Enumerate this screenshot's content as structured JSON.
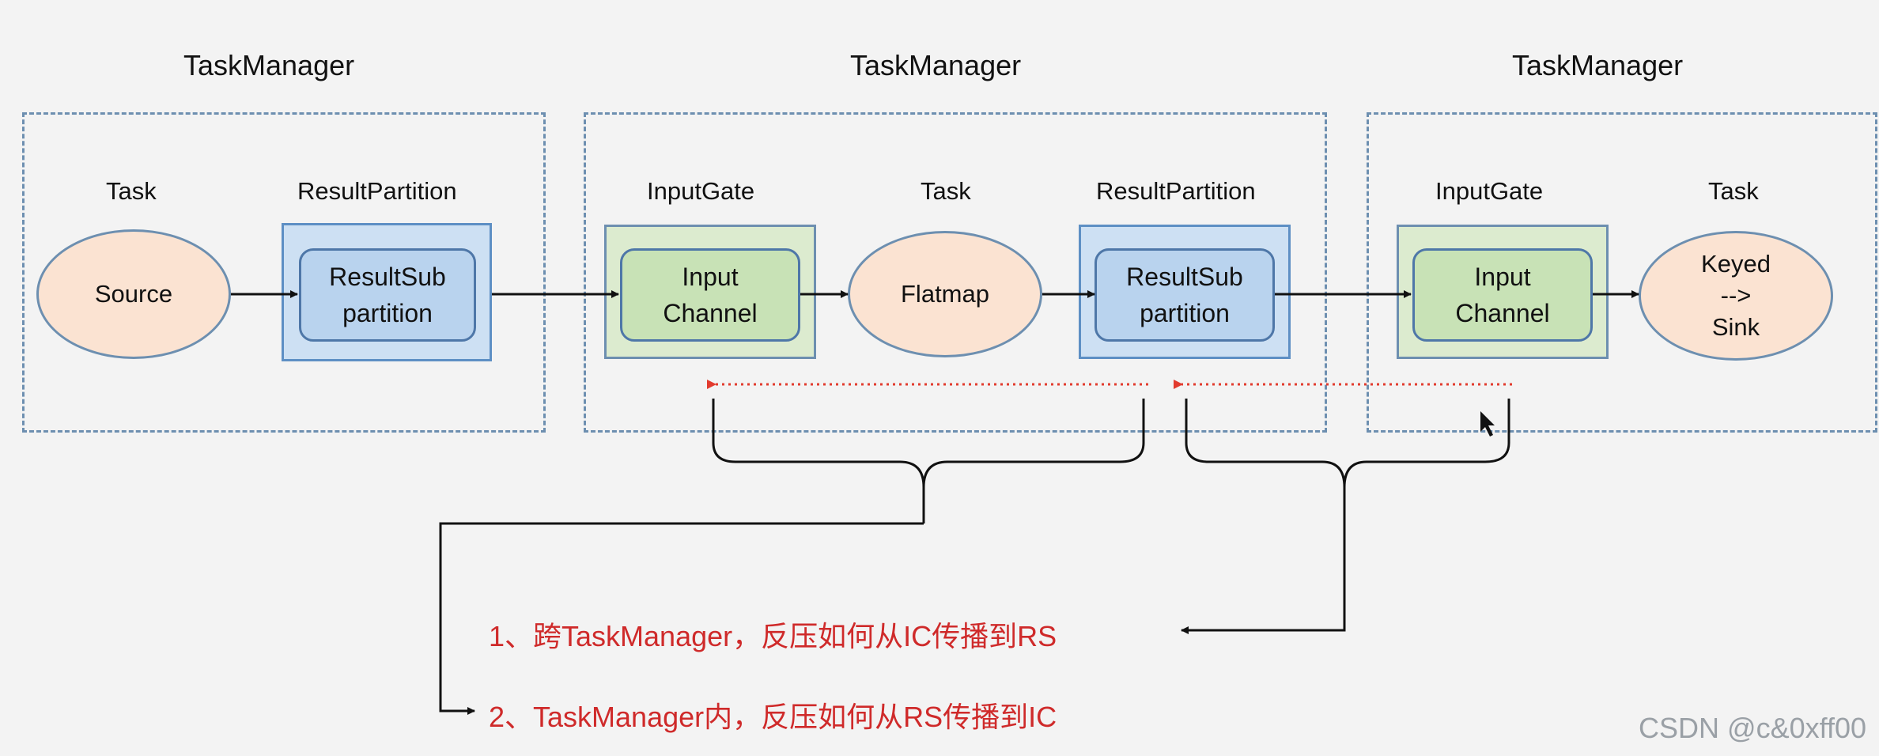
{
  "task_managers": [
    "TaskManager",
    "TaskManager",
    "TaskManager"
  ],
  "headers": {
    "tm1_task": "Task",
    "tm1_result_partition": "ResultPartition",
    "tm2_input_gate": "InputGate",
    "tm2_task": "Task",
    "tm2_result_partition": "ResultPartition",
    "tm3_input_gate": "InputGate",
    "tm3_task": "Task"
  },
  "nodes": {
    "source": "Source",
    "rsp1": [
      "ResultSub",
      "partition"
    ],
    "ic1": [
      "Input",
      "Channel"
    ],
    "flatmap": "Flatmap",
    "rsp2": [
      "ResultSub",
      "partition"
    ],
    "ic2": [
      "Input",
      "Channel"
    ],
    "sink": [
      "Keyed",
      "-->",
      "Sink"
    ]
  },
  "notes": {
    "note1": "1、跨TaskManager，反压如何从IC传播到RS",
    "note2": "2、TaskManager内，反压如何从RS传播到IC"
  },
  "watermark": "CSDN @c&0xff00",
  "colors": {
    "arrow_black": "#111111",
    "backpressure_dotted": "#e23b2e",
    "note_text": "#cf2a2a",
    "dashed_border": "#6d8fb0"
  }
}
